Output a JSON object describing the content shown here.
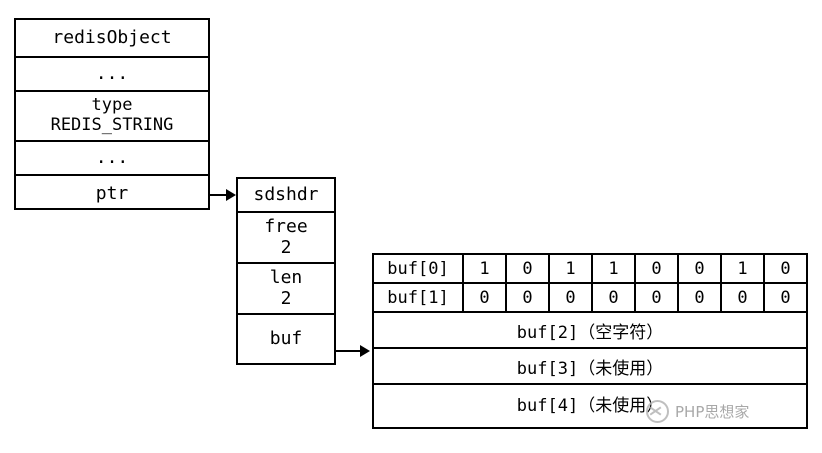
{
  "diagram": {
    "redis_object": {
      "title": "redisObject",
      "rows": [
        {
          "label": "..."
        },
        {
          "label": "type\nREDIS_STRING"
        },
        {
          "label": "..."
        },
        {
          "label": "ptr"
        }
      ]
    },
    "sdshdr": {
      "title": "sdshdr",
      "rows": [
        {
          "label": "free\n2"
        },
        {
          "label": "len\n2"
        },
        {
          "label": "buf"
        }
      ]
    },
    "buf_table": {
      "bit_rows": [
        {
          "label": "buf[0]",
          "bits": [
            "1",
            "0",
            "1",
            "1",
            "0",
            "0",
            "1",
            "0"
          ]
        },
        {
          "label": "buf[1]",
          "bits": [
            "0",
            "0",
            "0",
            "0",
            "0",
            "0",
            "0",
            "0"
          ]
        }
      ],
      "wide_rows": [
        {
          "label": "buf[2]（空字符）"
        },
        {
          "label": "buf[3]（未使用）"
        },
        {
          "label": "buf[4]（未使用）"
        }
      ]
    }
  },
  "watermark": {
    "text": "PHP思想家"
  }
}
